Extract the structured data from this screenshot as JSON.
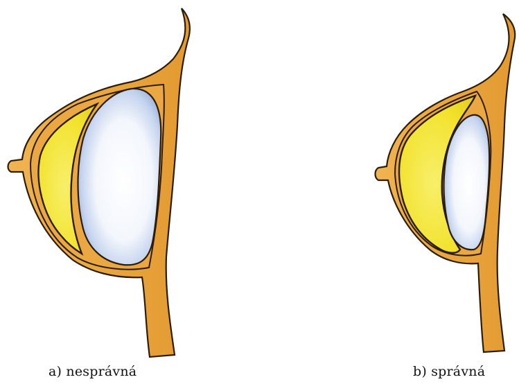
{
  "captions": {
    "left": "a) nesprávná",
    "right": "b) správná"
  },
  "colors": {
    "skin_fill": "#e8a43a",
    "skin_light": "#f1b957",
    "outline": "#2a1d0e",
    "gland_fill": "#f2e22c",
    "gland_light": "#f8f07a",
    "implant_edge": "#8fa9d6",
    "implant_center": "#f7f9fd",
    "background": "#ffffff"
  },
  "panels": [
    {
      "id": "a",
      "implant_placement": "large implant, flat against chest wall"
    },
    {
      "id": "b",
      "implant_placement": "smaller implant, behind gland"
    }
  ]
}
